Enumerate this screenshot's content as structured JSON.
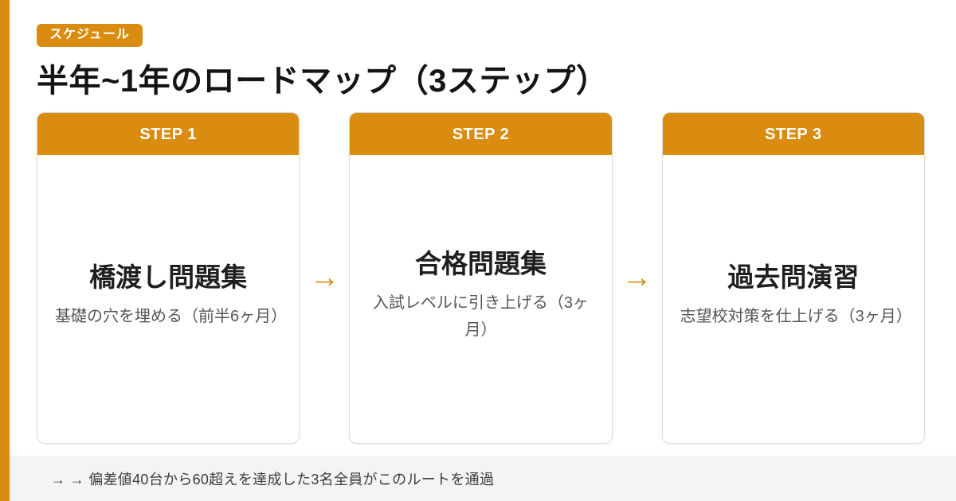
{
  "page": {
    "badge": "スケジュール",
    "title": "半年~1年のロードマップ（3ステップ）",
    "arrow_glyph": "→",
    "footer_note": "→ → 偏差値40台から60超えを達成した3名全員がこのルートを通過"
  },
  "steps": [
    {
      "label": "STEP 1",
      "title": "橋渡し問題集",
      "description": "基礎の穴を埋める（前半6ヶ月）"
    },
    {
      "label": "STEP 2",
      "title": "合格問題集",
      "description": "入試レベルに引き上げる（3ヶ月）"
    },
    {
      "label": "STEP 3",
      "title": "過去問演習",
      "description": "志望校対策を仕上げる（3ヶ月）"
    }
  ],
  "colors": {
    "accent": "#D98C10",
    "card_border": "#DCDCDC",
    "footer_bg": "#F4F4F4",
    "title_text": "#141414",
    "card_title_text": "#1F1F1F",
    "description_text": "#555555",
    "footer_text": "#3C3C3C"
  }
}
